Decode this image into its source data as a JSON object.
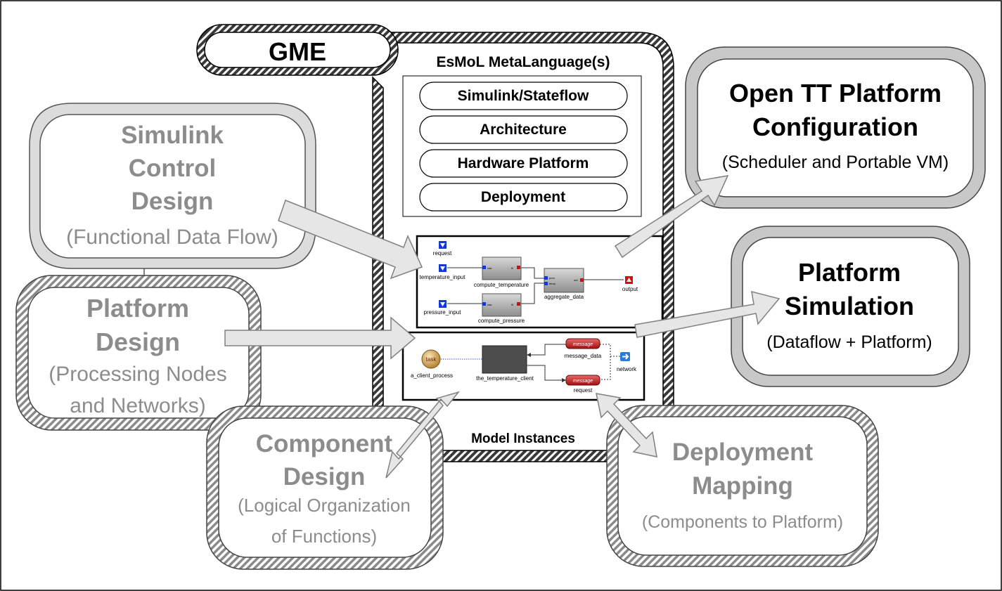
{
  "gme": {
    "title": "GME",
    "model_instances_label": "Model Instances"
  },
  "metalanguage": {
    "title": "EsMoL MetaLanguage(s)",
    "items": [
      "Simulink/Stateflow",
      "Architecture",
      "Hardware Platform",
      "Deployment"
    ]
  },
  "boxes": {
    "simulink": {
      "title_lines": [
        "Simulink",
        "Control",
        "Design"
      ],
      "subtitle_lines": [
        "(Functional Data Flow)"
      ]
    },
    "platform_design": {
      "title_lines": [
        "Platform",
        "Design"
      ],
      "subtitle_lines": [
        "(Processing Nodes",
        "and Networks)"
      ]
    },
    "component": {
      "title_lines": [
        "Component",
        "Design"
      ],
      "subtitle_lines": [
        "(Logical Organization",
        "of Functions)"
      ]
    },
    "deployment": {
      "title_lines": [
        "Deployment",
        "Mapping"
      ],
      "subtitle_lines": [
        "(Components to Platform)"
      ]
    },
    "open_tt": {
      "title_lines": [
        "Open TT Platform",
        "Configuration"
      ],
      "subtitle_lines": [
        "(Scheduler and Portable VM)"
      ]
    },
    "platform_sim": {
      "title_lines": [
        "Platform",
        "Simulation"
      ],
      "subtitle_lines": [
        "(Dataflow + Platform)"
      ]
    }
  },
  "dataflow_model": {
    "inputs": [
      "request",
      "temperature_input",
      "pressure_input"
    ],
    "blocks": [
      "compute_temperature",
      "compute_pressure",
      "aggregate_data"
    ],
    "output": "output",
    "port_labels": {
      "in": "raw",
      "out": "fil",
      "in2": "pres",
      "in3": "temp",
      "out2": "out"
    }
  },
  "component_model": {
    "task_label": "task",
    "task_name": "a_client_process",
    "client_name": "the_temperature_client",
    "message_label": "message",
    "messages": [
      "message_data",
      "request"
    ],
    "network": "network"
  },
  "colors": {
    "hatch_dark": "#3a3a3a",
    "gray_title": "#8c8c8c",
    "arrow_fill": "#e6e6e6",
    "arrow_stroke": "#808080"
  }
}
